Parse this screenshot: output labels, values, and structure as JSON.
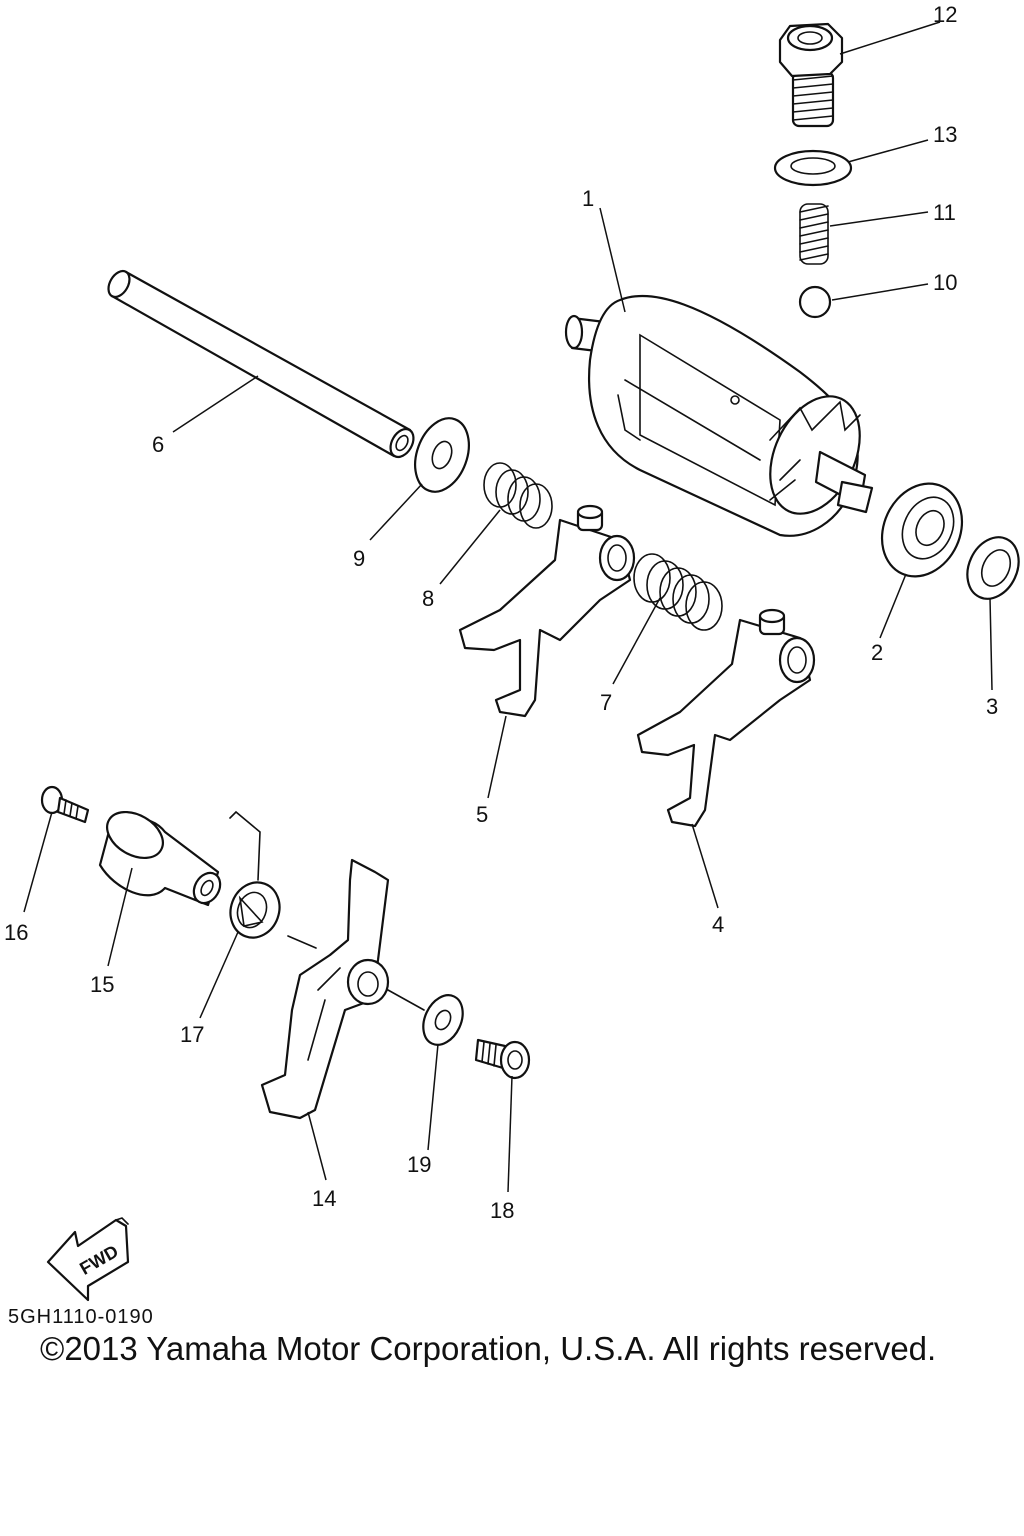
{
  "diagram": {
    "drawing_code": "5GH1110-0190",
    "copyright": "©2013 Yamaha Motor Corporation, U.S.A. All rights reserved.",
    "fwd_label": "FWD",
    "callouts": [
      {
        "id": "1",
        "label": "1"
      },
      {
        "id": "2",
        "label": "2"
      },
      {
        "id": "3",
        "label": "3"
      },
      {
        "id": "4",
        "label": "4"
      },
      {
        "id": "5",
        "label": "5"
      },
      {
        "id": "6",
        "label": "6"
      },
      {
        "id": "7",
        "label": "7"
      },
      {
        "id": "8",
        "label": "8"
      },
      {
        "id": "9",
        "label": "9"
      },
      {
        "id": "10",
        "label": "10"
      },
      {
        "id": "11",
        "label": "11"
      },
      {
        "id": "12",
        "label": "12"
      },
      {
        "id": "13",
        "label": "13"
      },
      {
        "id": "14",
        "label": "14"
      },
      {
        "id": "15",
        "label": "15"
      },
      {
        "id": "16",
        "label": "16"
      },
      {
        "id": "17",
        "label": "17"
      },
      {
        "id": "18",
        "label": "18"
      },
      {
        "id": "19",
        "label": "19"
      }
    ]
  }
}
